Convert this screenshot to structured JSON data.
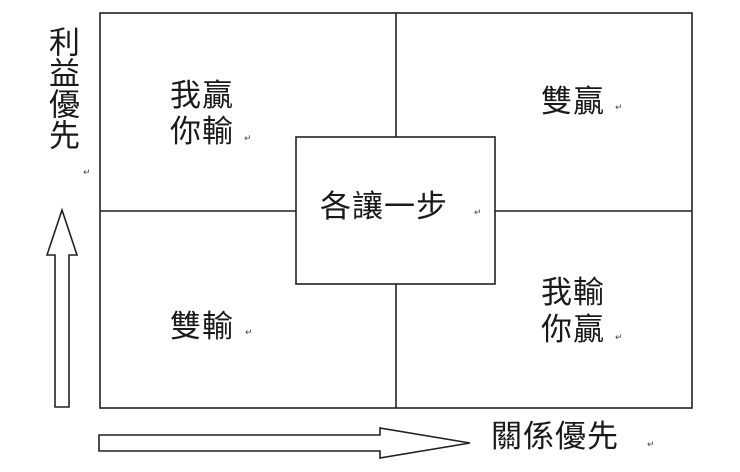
{
  "diagram": {
    "y_axis_label": "利益優先",
    "x_axis_label": "關係優先",
    "quadrants": {
      "top_left": [
        "我贏",
        "你輸"
      ],
      "top_right": [
        "雙贏"
      ],
      "bottom_left": [
        "雙輸"
      ],
      "bottom_right": [
        "我輸",
        "你贏"
      ]
    },
    "center": "各讓一步",
    "paragraph_mark": "↵"
  }
}
